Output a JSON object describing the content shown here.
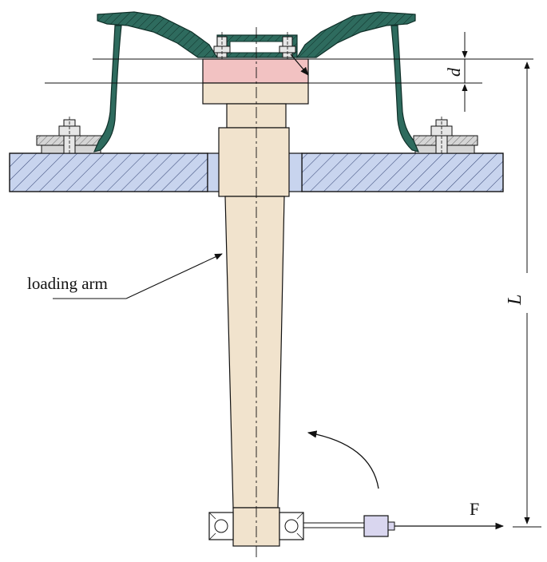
{
  "labels": {
    "loading_arm": "loading arm",
    "dim_d": "d",
    "dim_L": "L",
    "force": "F"
  },
  "colors": {
    "rim": "#2e6b5e",
    "arm": "#f1e3cd",
    "adapter": "#f2c2c2",
    "plate": "#c8d4ee",
    "fixture": "#d5d5d5",
    "load_cell": "#d9d6ef",
    "line": "#111111"
  }
}
